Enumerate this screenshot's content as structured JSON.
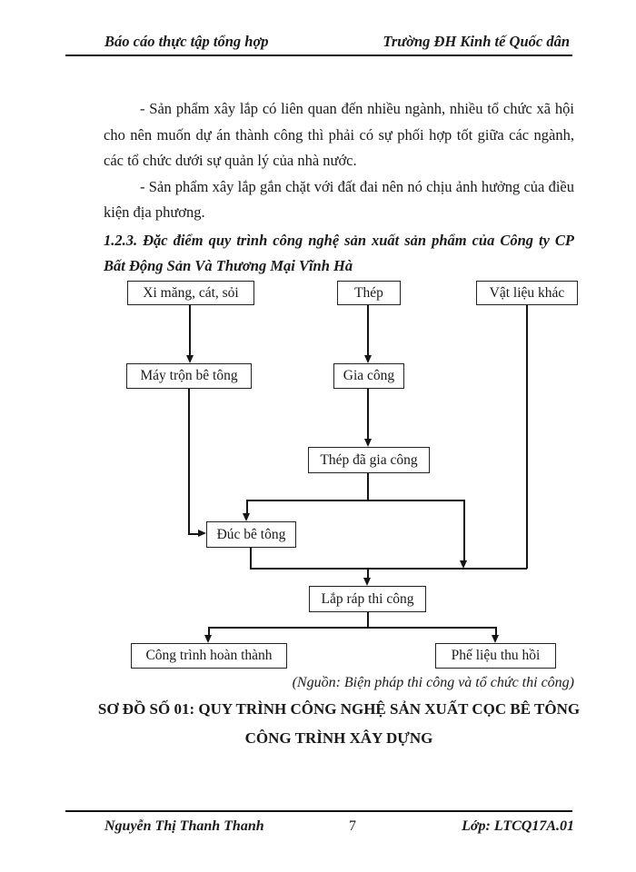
{
  "header": {
    "left": "Báo cáo thực tập tổng hợp",
    "right": "Trường ĐH Kinh tế Quốc dân"
  },
  "body": {
    "para1": "- Sản phẩm xây lắp có liên quan đến nhiều ngành, nhiều tổ chức xã hội cho nên muốn dự án thành công thì phải có sự phối hợp tốt giữa các ngành, các tổ chức dưới sự quản lý của nhà nước.",
    "para2": "- Sản phẩm xây lắp gắn chặt với đất đai nên nó chịu ảnh hưởng của điều kiện địa phương.",
    "heading": "1.2.3. Đặc điểm quy trình công nghệ sản xuất sản phẩm của Công ty CP Bất Động Sản Và Thương Mại Vĩnh Hà"
  },
  "diagram": {
    "nodes": {
      "materials": "Xi măng, cát, sỏi",
      "steel": "Thép",
      "other_materials": "Vật liệu khác",
      "mixer": "Máy trộn bê tông",
      "processing": "Gia công",
      "processed_steel": "Thép đã gia công",
      "casting": "Đúc bê tông",
      "assembly": "Lắp ráp thi công",
      "finished": "Công trình hoàn thành",
      "scrap": "Phế liệu thu hồi"
    },
    "source": "(Nguồn: Biện pháp thi công và tổ chức thi công)",
    "title_line1": "SƠ ĐỒ SỐ 01: QUY TRÌNH CÔNG NGHỆ SẢN XUẤT CỌC BÊ TÔNG",
    "title_line2": "CÔNG TRÌNH XÂY DỰNG"
  },
  "footer": {
    "author": "Nguyễn Thị Thanh Thanh",
    "page_number": "7",
    "class_label": "Lớp: LTCQ17A.01"
  }
}
